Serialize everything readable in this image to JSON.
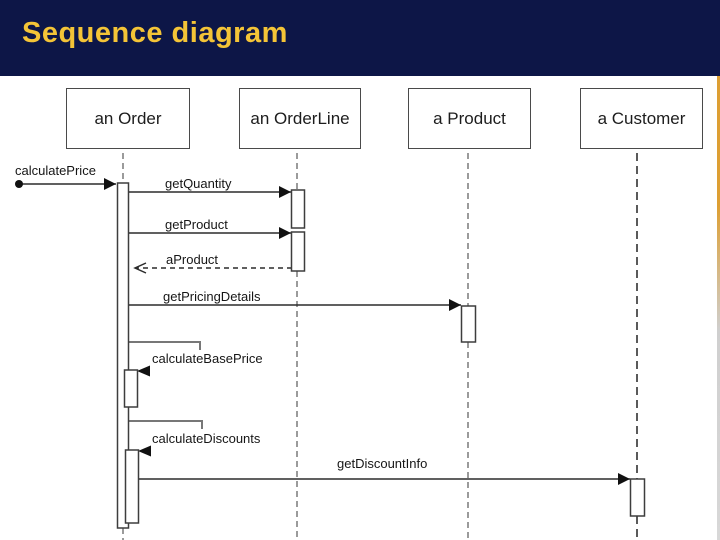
{
  "slide": {
    "title": "Sequence diagram"
  },
  "diagram": {
    "type": "uml-sequence",
    "participants": [
      {
        "id": "order",
        "label": "an Order"
      },
      {
        "id": "orderline",
        "label": "an OrderLine"
      },
      {
        "id": "product",
        "label": "a Product"
      },
      {
        "id": "customer",
        "label": "a Customer"
      }
    ],
    "messages": [
      {
        "label": "calculatePrice",
        "from": "found-message",
        "to": "order",
        "type": "sync"
      },
      {
        "label": "getQuantity",
        "from": "order",
        "to": "orderline",
        "type": "sync"
      },
      {
        "label": "getProduct",
        "from": "order",
        "to": "orderline",
        "type": "sync"
      },
      {
        "label": "aProduct",
        "from": "orderline",
        "to": "order",
        "type": "return"
      },
      {
        "label": "getPricingDetails",
        "from": "order",
        "to": "product",
        "type": "sync"
      },
      {
        "label": "calculateBasePrice",
        "from": "order",
        "to": "order",
        "type": "self"
      },
      {
        "label": "calculateDiscounts",
        "from": "order",
        "to": "order",
        "type": "self"
      },
      {
        "label": "getDiscountInfo",
        "from": "order",
        "to": "customer",
        "type": "sync"
      }
    ],
    "colors": {
      "header_bg": "#0d1647",
      "title": "#f4c437",
      "message_line": "#2b2b2b",
      "box_border": "#4a4a4a",
      "lifeline": "#7a7a7a",
      "self_call_bracket": "#777777",
      "right_edge_accent": "#dd9f33"
    }
  }
}
